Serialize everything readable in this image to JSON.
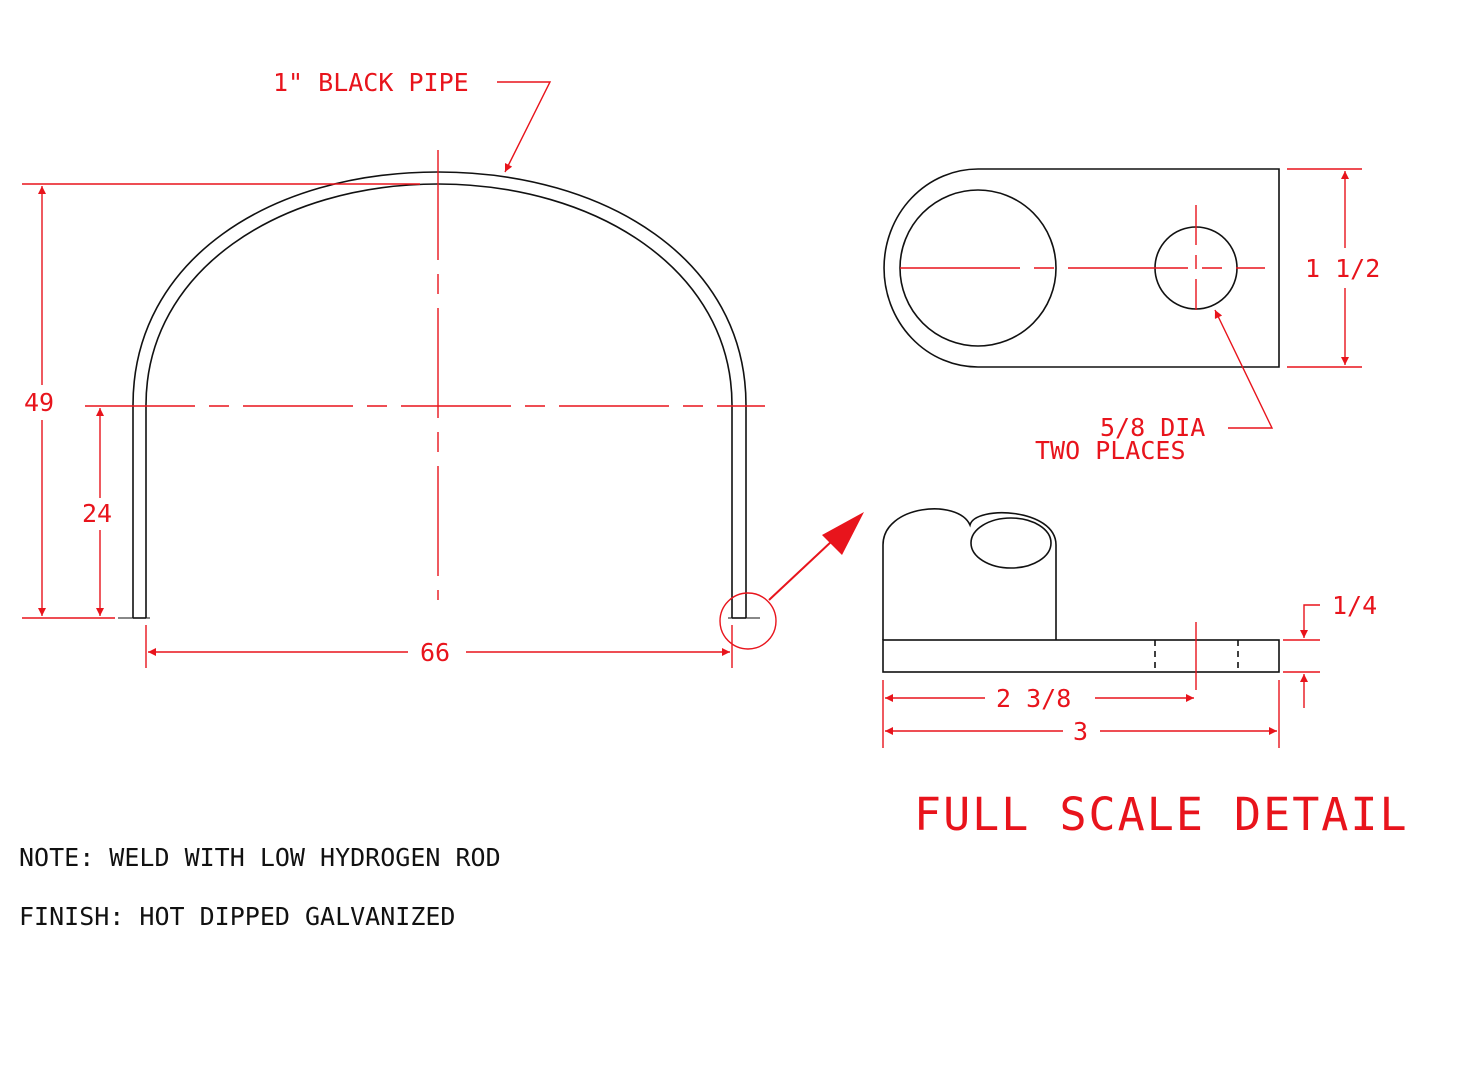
{
  "pipe_label": "1\" BLACK PIPE",
  "dimensions": {
    "overall_height": "49",
    "leg_height": "24",
    "overall_width": "66",
    "plate_width": "1 1/2",
    "hole_label_line1": "5/8 DIA",
    "hole_label_line2": "TWO PLACES",
    "plate_thickness": "1/4",
    "hole_location": "2 3/8",
    "plate_length": "3"
  },
  "detail_title": "FULL SCALE DETAIL",
  "notes": {
    "note": "NOTE: WELD WITH LOW HYDROGEN ROD",
    "finish": "FINISH: HOT DIPPED GALVANIZED"
  },
  "colors": {
    "dimension": "#e8141c",
    "object": "#111111",
    "background": "#ffffff"
  }
}
